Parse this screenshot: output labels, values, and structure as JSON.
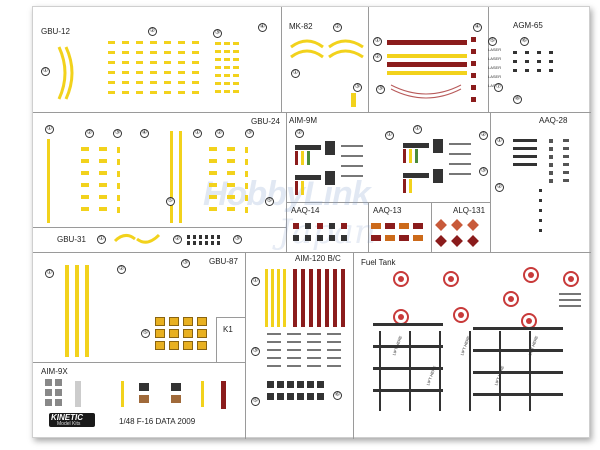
{
  "sections": {
    "gbu12": "GBU-12",
    "mk82": "MK-82",
    "agm65": "AGM-65",
    "gbu24": "GBU-24",
    "aim9m": "AIM-9M",
    "aaq28": "AAQ-28",
    "aaq14": "AAQ-14",
    "aaq13": "AAQ-13",
    "alq131": "ALQ-131",
    "gbu31": "GBU-31",
    "gbu87": "GBU-87",
    "aim120": "AIM-120 B/C",
    "fueltank": "Fuel Tank",
    "aim9x": "AIM-9X"
  },
  "markers": [
    "①",
    "②",
    "③",
    "④",
    "⑤",
    "⑥",
    "⑦",
    "⑧",
    "K1"
  ],
  "footer": {
    "brand": "KINETIC",
    "brand_sub": "Model Kits",
    "caption": "1/48  F-16  DATA 2009"
  },
  "lift_text": "LIFT HERE",
  "laser_text": "LASER",
  "watermark": {
    "line1": "HobbyLink",
    "line2": "Japan"
  },
  "colors": {
    "yellow": "#f2d21c",
    "red": "#8b1c1c",
    "black": "#333333"
  }
}
